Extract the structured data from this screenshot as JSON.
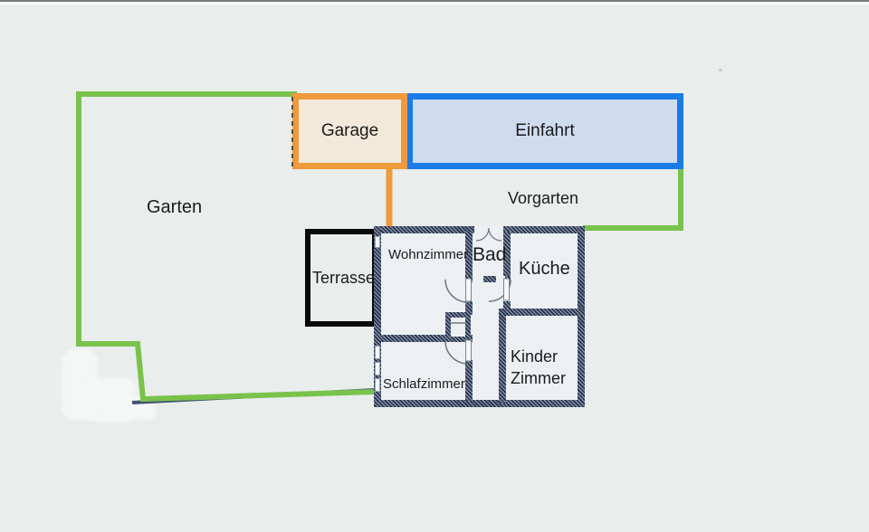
{
  "areas": {
    "garten": {
      "label": "Garten"
    },
    "vorgarten": {
      "label": "Vorgarten"
    },
    "garage": {
      "label": "Garage"
    },
    "einfahrt": {
      "label": "Einfahrt"
    },
    "terrasse": {
      "label": "Terrasse"
    }
  },
  "rooms": {
    "wohnzimmer": {
      "label": "Wohnzimmer"
    },
    "bad": {
      "label": "Bad"
    },
    "kueche": {
      "label": "Küche"
    },
    "schlafzimmer": {
      "label": "Schlafzimmer"
    },
    "kinderzimmer": {
      "line1": "Kinder",
      "line2": "Zimmer"
    }
  },
  "colors": {
    "canvas-bg": "#e9edec",
    "boundary-green": "#79c24b",
    "garage-orange": "#ef9a3c",
    "garage-fill": "#f2e9db",
    "driveway-blue": "#1b7ce8",
    "driveway-fill": "#cfdcee",
    "terrace-black": "#0a0a0a",
    "wall-base": "#4e5f80",
    "room-fill": "#edf0f3",
    "text-dark": "#1b1b1b"
  }
}
